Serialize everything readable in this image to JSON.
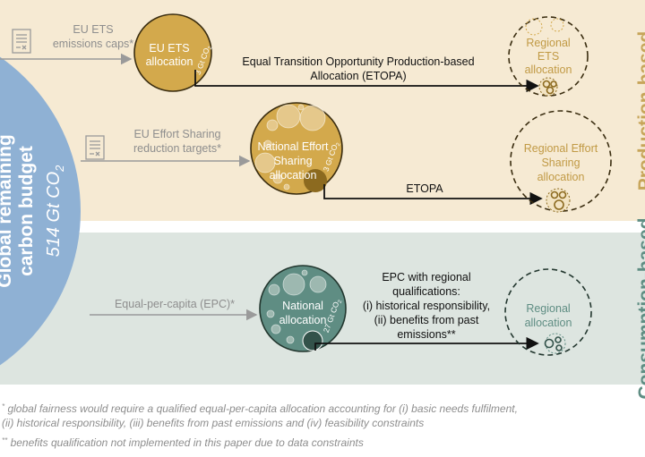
{
  "budget": {
    "title_line1": "Global remaining",
    "title_line2": "carbon budget",
    "value": "514 Gt CO",
    "value_sub": "2"
  },
  "production": {
    "side_label": "Production-based",
    "ets": {
      "source_line1": "EU ETS",
      "source_line2": "emissions caps*",
      "circle_line1": "EU ETS",
      "circle_line2": "allocation",
      "amount": "3 Gt CO",
      "amount_sub": "2",
      "method_line1": "Equal Transition Opportunity Production-based",
      "method_line2": "Allocation (ETOPA)",
      "regional_line1": "Regional",
      "regional_line2": "ETS",
      "regional_line3": "allocation"
    },
    "esr": {
      "source_line1": "EU Effort Sharing",
      "source_line2": "reduction targets*",
      "circle_line1": "National Effort",
      "circle_line2": "Sharing",
      "circle_line3": "allocation",
      "amount": "3 Gt CO",
      "amount_sub": "2",
      "method": "ETOPA",
      "regional_line1": "Regional Effort",
      "regional_line2": "Sharing",
      "regional_line3": "allocation"
    }
  },
  "consumption": {
    "side_label": "Consumption-based",
    "source": "Equal-per-capita (EPC)*",
    "circle_line1": "National",
    "circle_line2": "allocation",
    "amount": "27 Gt CO",
    "amount_sub": "2",
    "method_line1": "EPC with regional",
    "method_line2": "qualifications:",
    "method_line3": "(i) historical responsibility,",
    "method_line4": "(ii) benefits from past",
    "method_line5": "emissions**",
    "regional_line1": "Regional",
    "regional_line2": "allocation"
  },
  "footnotes": {
    "note1_mark": "*",
    "note1_line1": "global fairness would require a qualified equal-per-capita allocation accounting for (i) basic needs fulfilment,",
    "note1_line2": "(ii) historical responsibility, (iii) benefits from past emissions and (iv) feasibility constraints",
    "note2_mark": "**",
    "note2_text": "benefits qualification not implemented in this paper due to data constraints"
  },
  "colors": {
    "production_bg": "#f6ead3",
    "consumption_bg": "#dde5e0",
    "budget_blue": "#8fb1d4",
    "ets_gold": "#d3a94c",
    "production_dark": "#8c6a1f",
    "consumption_teal": "#5f8d83",
    "consumption_dark": "#33524a",
    "grey_text": "#8e8e8e"
  }
}
